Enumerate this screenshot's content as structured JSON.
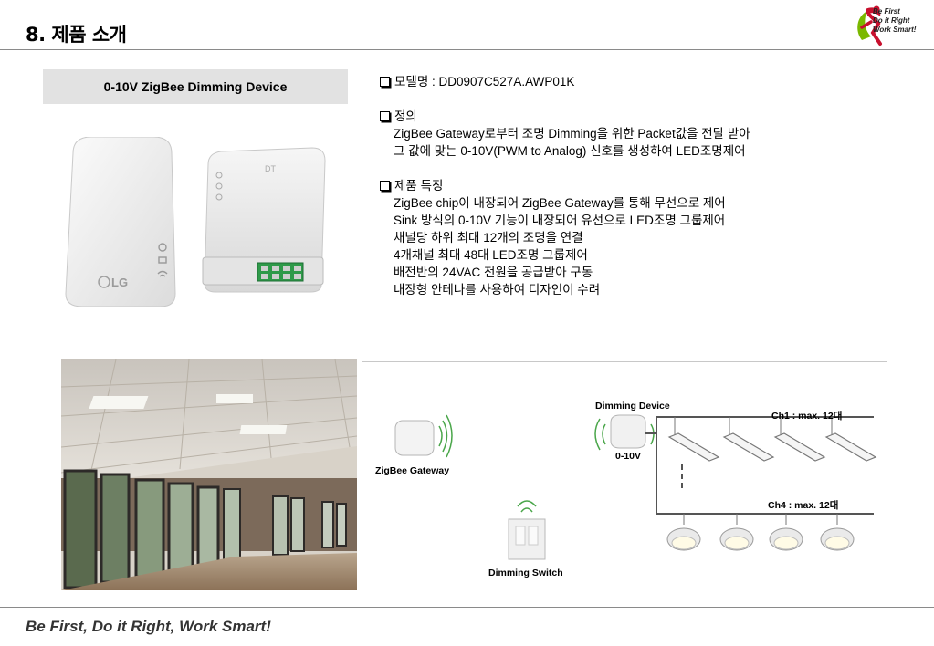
{
  "header": {
    "title": "8. 제품 소개",
    "logo_lines": [
      "Be First",
      "Do it Right",
      "Work Smart!"
    ]
  },
  "device": {
    "name": "0-10V ZigBee Dimming Device",
    "photo_brand": "LG"
  },
  "spec": {
    "model_line": "모델명 : DD0907C527A.AWP01K",
    "definition_heading": "정의",
    "definition_lines": [
      "ZigBee Gateway로부터 조명 Dimming을 위한 Packet값을 전달 받아",
      "그 값에 맞는 0-10V(PWM to Analog) 신호를 생성하여 LED조명제어"
    ],
    "features_heading": "제품 특징",
    "feature_lines": [
      "ZigBee chip이 내장되어 ZigBee Gateway를 통해 무선으로 제어",
      "Sink 방식의 0-10V 기능이 내장되어 유선으로 LED조명 그룹제어",
      "채널당 하위 최대 12개의 조명을 연결",
      "4개채널 최대 48대 LED조명 그룹제어",
      "배전반의 24VAC 전원을 공급받아 구동",
      "내장형 안테나를 사용하여 디자인이 수려"
    ]
  },
  "diagram": {
    "gateway_label": "ZigBee Gateway",
    "device_label": "Dimming Device",
    "voltage_label": "0-10V",
    "ch1_label": "Ch1 : max. 12대",
    "ch4_label": "Ch4 : max. 12대",
    "switch_label": "Dimming Switch",
    "line_color": "#555555"
  },
  "footer": {
    "slogan": "Be First, Do it Right, Work Smart!"
  },
  "colors": {
    "logo_red": "#c8102e",
    "logo_green": "#7ab800",
    "gray_box": "#e2e2e2"
  }
}
